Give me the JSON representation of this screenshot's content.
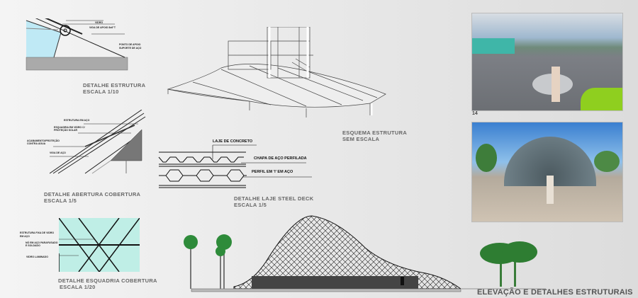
{
  "detail1": {
    "caption_title": "DETALHE ESTRUTURA",
    "caption_scale": "ESCALA 1/10",
    "labels": [
      "VIDRO",
      "VIGA DE APOIO 8x6\"T",
      "PONTO DE APOIO",
      "SUPORTE DE AÇO"
    ]
  },
  "detail2": {
    "caption_title": "DETALHE ABERTURA COBERTURA",
    "caption_scale": "ESCALA 1/5",
    "labels": [
      "ESTRUTURA EM AÇO",
      "ESQUADRIA EM VIDRO C/",
      "PROTEÇÃO SOLAR",
      "ACABAMENTO/PROTEÇÃO",
      "CONTRA ÁGUA",
      "VIGA DE AÇO"
    ]
  },
  "detail3": {
    "caption_title": "DETALHE ESQUADRIA COBERTURA",
    "caption_scale": "ESCALA 1/20",
    "labels": [
      "ESTRUTURA FIXA DE VIDRO",
      "EM AÇO",
      "NÓ EM AÇO PARAFUSADO",
      "E SOLDADO",
      "VIDRO LAMINADO"
    ]
  },
  "structure": {
    "caption_title": "ESQUEMA ESTRUTURA",
    "caption_scale": "SEM ESCALA"
  },
  "deck": {
    "caption_title": "DETALHE  LAJE STEEL DECK",
    "caption_scale": "ESCALA 1/5",
    "labels": {
      "concrete": "LAJE DE CONCRETO",
      "sheet": "CHAPA DE AÇO PERFILADA",
      "profile": "PERFIL EM 'I' EM AÇO"
    }
  },
  "photos": {
    "interior_number": "14"
  },
  "board_title": "ELEVAÇÃO E DETALHES ESTRUTURAIS",
  "colors": {
    "glass": "#bfeee6",
    "caption": "#666666",
    "tree": "#2e7d32"
  }
}
